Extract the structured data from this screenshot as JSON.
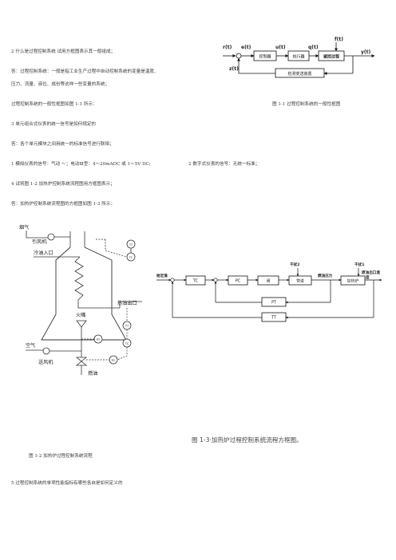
{
  "text": {
    "q2": "2 什么是过程控制系统  试用方框图表示其一般组成；",
    "a2_l1": "答：过程控制系统：一般是指工业生产过程中自动控制系统的变量是温度、",
    "a2_l2": "压力、流量、液位、成份等这样一些变量的系统；",
    "a2_l3": "过程控制系统的一般性框图如图 1-1 所示：",
    "fig1_caption": "图 1-1  过程控制系统的一般性框图",
    "q3": "3 单元组合式仪表的统一信号是如何规定的",
    "a3": "答：各个单元模块之间用统一的标准信号进行联络；",
    "a3_analog": "1 模拟仪表的信号：气动 ～；电动Ⅲ型：4～20mADC 或 1～5V DC;",
    "a3_digital": "2 数字式仪表的信号：无统一标准；",
    "q4": "4 试将图 1-2 加热炉控制系统流程图用方框图表示；",
    "a4": "答：加热炉控制系统流程图的方框图如图 1-3 所示：",
    "fig3_caption": "图 1-3·加热炉过程控制系统流程方框图。",
    "fig2_caption": "图 1-2  加热炉过程控制系统流程",
    "q5": "5 过程控制系统的单项性能指标有哪些各自是如何定义的"
  },
  "fig1": {
    "f_label": "f(t)",
    "r_label": "r(t)",
    "e_label": "e(t)",
    "u_label": "u(t)",
    "q_label": "q(t)",
    "y_label": "y(t)",
    "z_label": "z(t)",
    "controller": "控制器",
    "actuator": "执行器",
    "process": "被控过程",
    "measure": "检测变送装置"
  },
  "fig2": {
    "flue": "烟气",
    "fan": "引风机",
    "cold_oil": "冷油入口",
    "hot_oil": "热油出口",
    "burner": "火嘴",
    "air": "空气",
    "blower": "送风机",
    "fuel": "燃油",
    "tt": "TT",
    "tc": "TC",
    "pt": "PT",
    "pc": "PC",
    "ft": "FT"
  },
  "fig3": {
    "setpoint": "给定值",
    "tc": "TC",
    "pc": "PC",
    "valve": "阀",
    "pipe": "管道",
    "pressure": "燃油压力",
    "furnace": "加热炉",
    "dist2": "干扰2",
    "dist1": "干扰1",
    "out_l1": "原油出口温",
    "out_l2": "度",
    "pt": "PT",
    "tt": "TT"
  }
}
